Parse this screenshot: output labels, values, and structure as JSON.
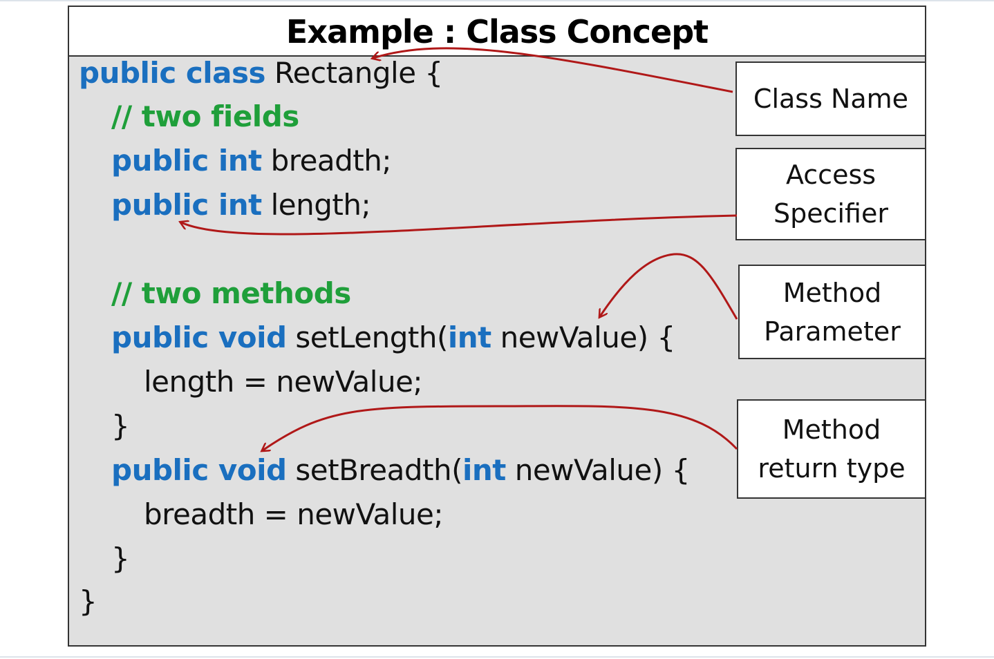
{
  "title": "Example : Class Concept",
  "code": [
    {
      "indent": 0,
      "tokens": [
        {
          "t": "public class",
          "k": "kw"
        },
        {
          "t": " Rectangle {",
          "k": "tx"
        }
      ]
    },
    {
      "indent": 1,
      "tokens": [
        {
          "t": "// two fields",
          "k": "cm"
        }
      ]
    },
    {
      "indent": 1,
      "tokens": [
        {
          "t": "public int",
          "k": "kw"
        },
        {
          "t": " breadth;",
          "k": "tx"
        }
      ]
    },
    {
      "indent": 1,
      "tokens": [
        {
          "t": "public int",
          "k": "kw"
        },
        {
          "t": " length;",
          "k": "tx"
        }
      ]
    },
    {
      "indent": 1,
      "tokens": [
        {
          "t": "// two methods",
          "k": "cm"
        }
      ]
    },
    {
      "indent": 1,
      "tokens": [
        {
          "t": "public void",
          "k": "kw"
        },
        {
          "t": " setLength(",
          "k": "tx"
        },
        {
          "t": "int",
          "k": "kw"
        },
        {
          "t": " newValue) {",
          "k": "tx"
        }
      ]
    },
    {
      "indent": 2,
      "tokens": [
        {
          "t": "length = newValue;",
          "k": "tx"
        }
      ]
    },
    {
      "indent": 1,
      "tokens": [
        {
          "t": "}",
          "k": "tx"
        }
      ]
    },
    {
      "indent": 1,
      "tokens": [
        {
          "t": "public void",
          "k": "kw"
        },
        {
          "t": " setBreadth(",
          "k": "tx"
        },
        {
          "t": "int",
          "k": "kw"
        },
        {
          "t": " newValue) {",
          "k": "tx"
        }
      ]
    },
    {
      "indent": 2,
      "tokens": [
        {
          "t": "breadth = newValue;",
          "k": "tx"
        }
      ]
    },
    {
      "indent": 1,
      "tokens": [
        {
          "t": "}",
          "k": "tx"
        }
      ]
    },
    {
      "indent": 0,
      "tokens": [
        {
          "t": "}",
          "k": "tx"
        }
      ]
    }
  ],
  "labels": {
    "class_name": {
      "lines": [
        "Class Name"
      ]
    },
    "access_specifier": {
      "lines": [
        "Access",
        "Specifier"
      ]
    },
    "method_parameter": {
      "lines": [
        "Method",
        "Parameter"
      ]
    },
    "method_return_type": {
      "lines": [
        "Method",
        "return type"
      ]
    }
  },
  "colors": {
    "keyword": "#1a6fbf",
    "comment": "#1f9f3a",
    "text": "#111111",
    "arrow": "#b01818",
    "panel": "#e0e0e0"
  }
}
